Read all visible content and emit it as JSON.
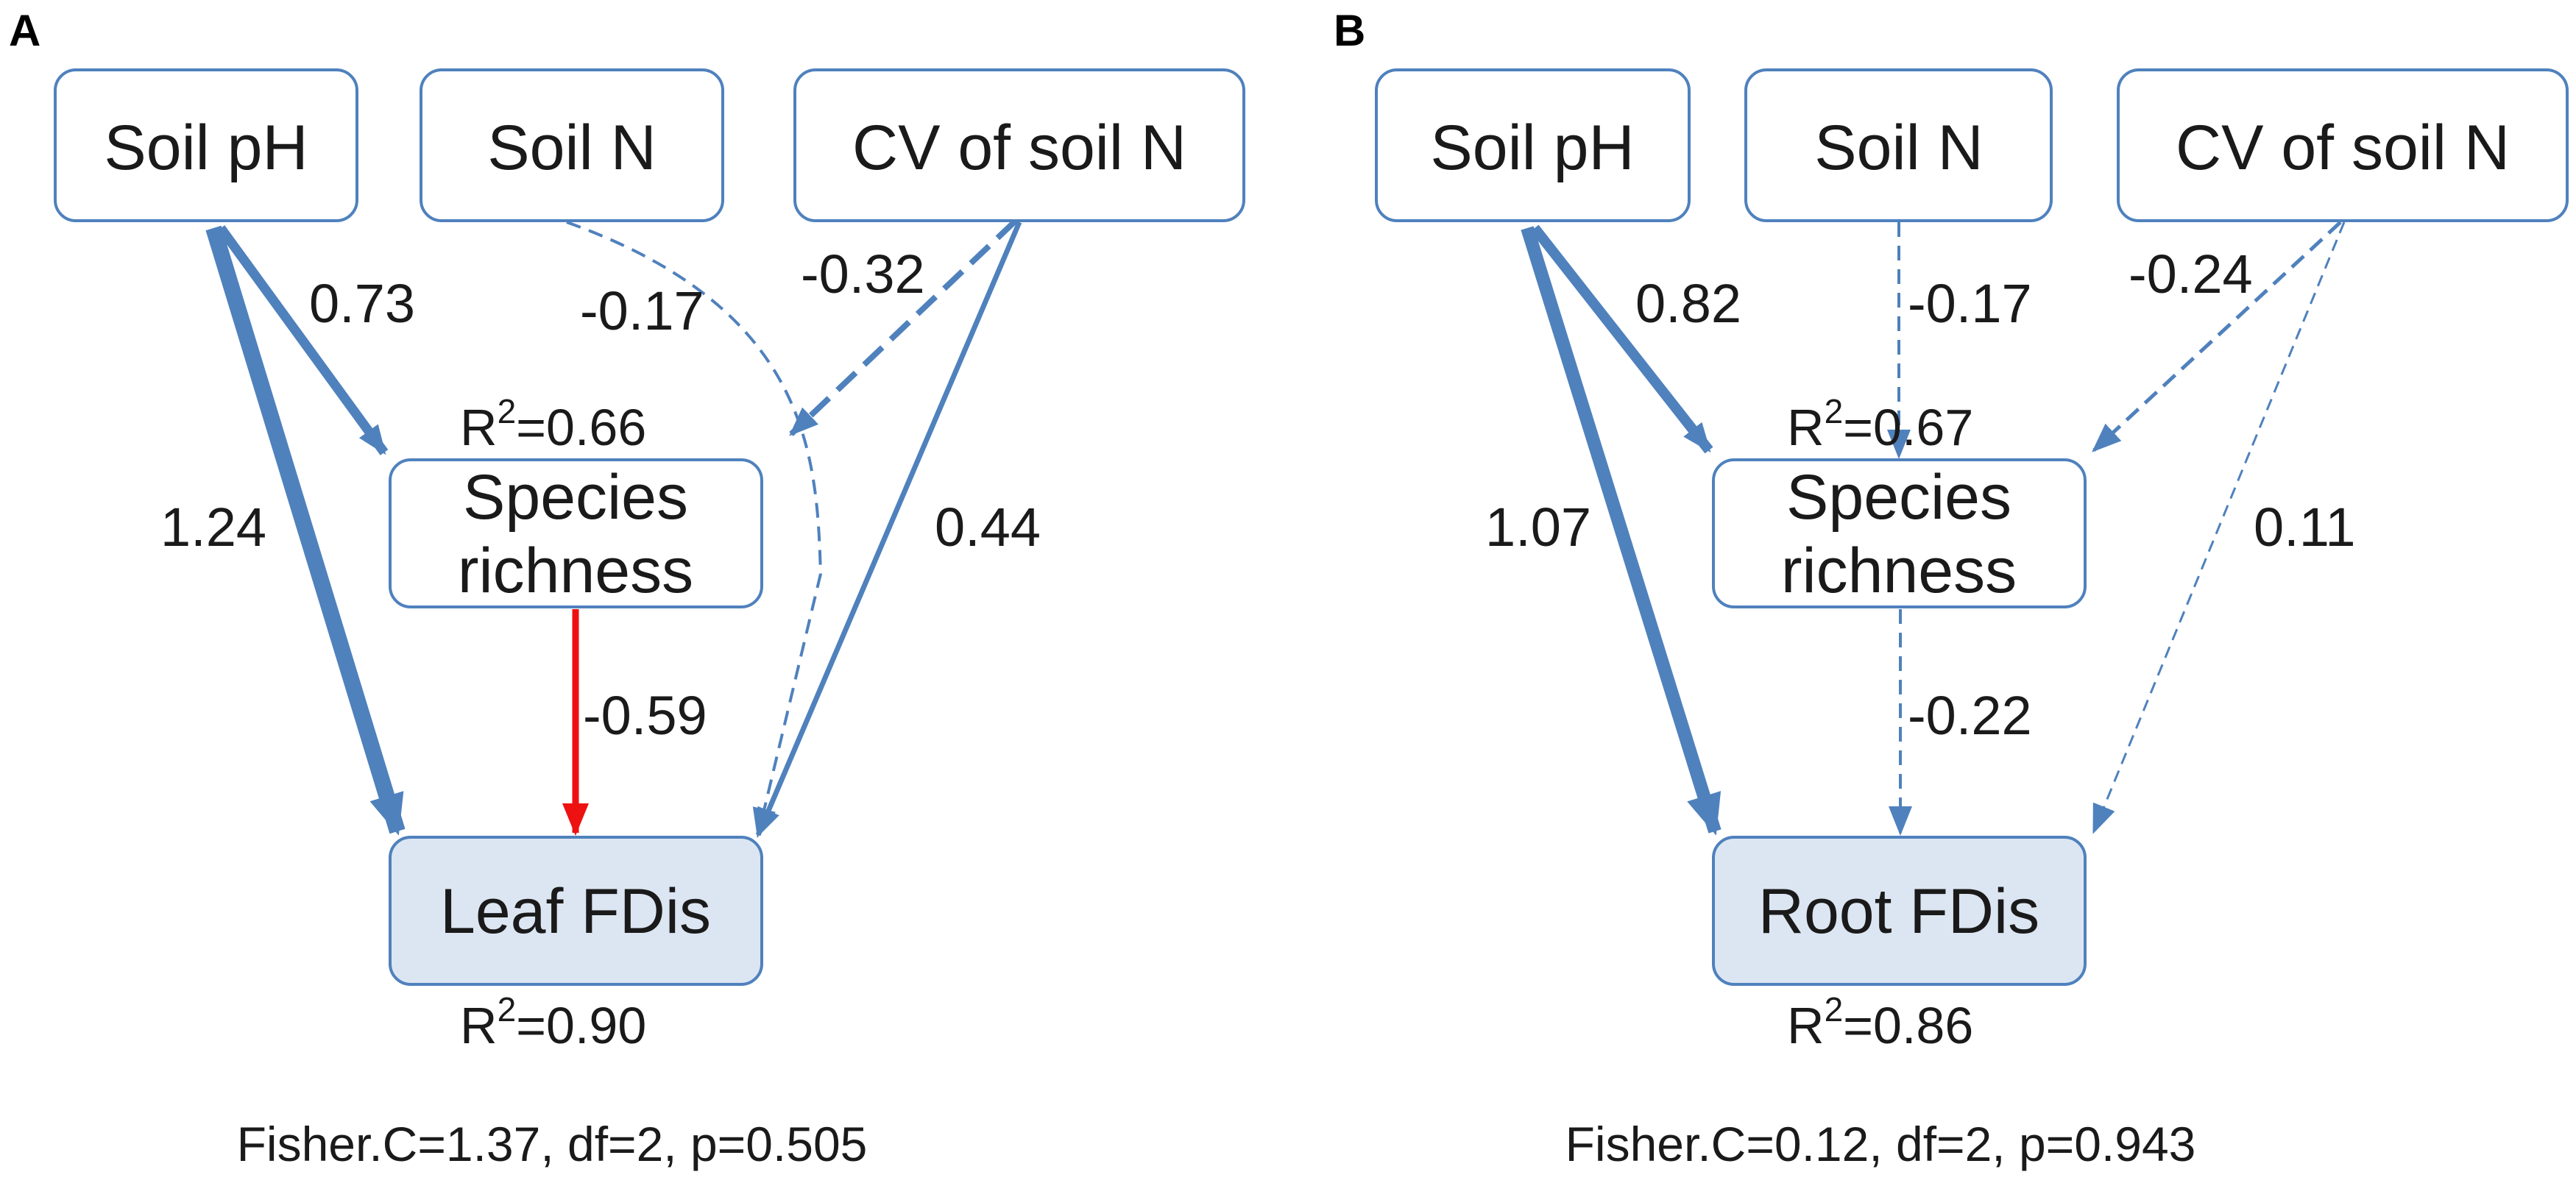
{
  "panels": [
    {
      "letter": "A",
      "boxes": {
        "soil_ph": "Soil pH",
        "soil_n": "Soil N",
        "cv_soil_n": "CV of soil N",
        "species_line1": "Species",
        "species_line2": "richness",
        "response": "Leaf FDis"
      },
      "coefficients": {
        "ph_to_richness": "0.73",
        "ph_to_response": "1.24",
        "n_to_response": "-0.17",
        "cv_to_richness": "-0.32",
        "cv_to_response": "0.44",
        "richness_to_response": "-0.59"
      },
      "r2_richness": {
        "prefix": "R",
        "sup": "2",
        "value": "=0.66"
      },
      "r2_response": {
        "prefix": "R",
        "sup": "2",
        "value": "=0.90"
      },
      "fit": "Fisher.C=1.37, df=2, p=0.505"
    },
    {
      "letter": "B",
      "boxes": {
        "soil_ph": "Soil pH",
        "soil_n": "Soil N",
        "cv_soil_n": "CV of soil N",
        "species_line1": "Species",
        "species_line2": "richness",
        "response": "Root FDis"
      },
      "coefficients": {
        "ph_to_richness": "0.82",
        "ph_to_response": "1.07",
        "n_to_richness": "-0.17",
        "cv_to_richness": "-0.24",
        "cv_to_response": "0.11",
        "richness_to_response": "-0.22"
      },
      "r2_richness": {
        "prefix": "R",
        "sup": "2",
        "value": "=0.67"
      },
      "r2_response": {
        "prefix": "R",
        "sup": "2",
        "value": "=0.86"
      },
      "fit": "Fisher.C=0.12, df=2, p=0.943"
    }
  ],
  "colors": {
    "box_stroke": "#4f81bd",
    "response_fill": "#dce6f2",
    "positive_path": "#4f81bd",
    "significant_negative_path": "#ee1111"
  }
}
